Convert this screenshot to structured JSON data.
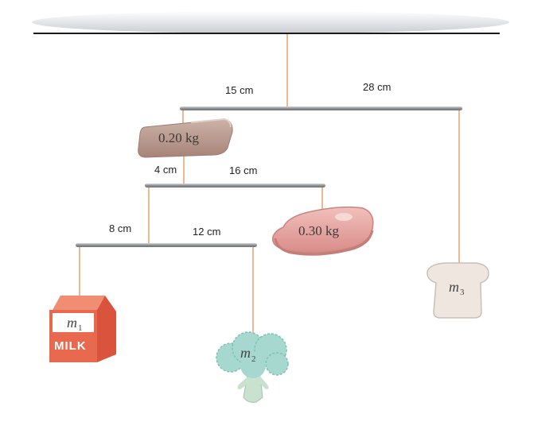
{
  "labels": {
    "top_left": "15 cm",
    "top_right": "28 cm",
    "mid_left": "4 cm",
    "mid_right": "16 cm",
    "low_left": "8 cm",
    "low_right": "12 cm"
  },
  "masses": {
    "block": "0.20 kg",
    "steak": "0.30 kg"
  },
  "unknowns": {
    "m1": "m",
    "m1_sub": "1",
    "m2": "m",
    "m2_sub": "2",
    "m3": "m",
    "m3_sub": "3"
  },
  "milk_text": "MILK",
  "colors": {
    "string": "#f0b890",
    "bar": "#8c8f94",
    "block": "#b9998e",
    "steak": "#e7a7a3",
    "bread": "#efe7df",
    "milk": "#e9694f",
    "broccoli": "#a6d8cf"
  }
}
